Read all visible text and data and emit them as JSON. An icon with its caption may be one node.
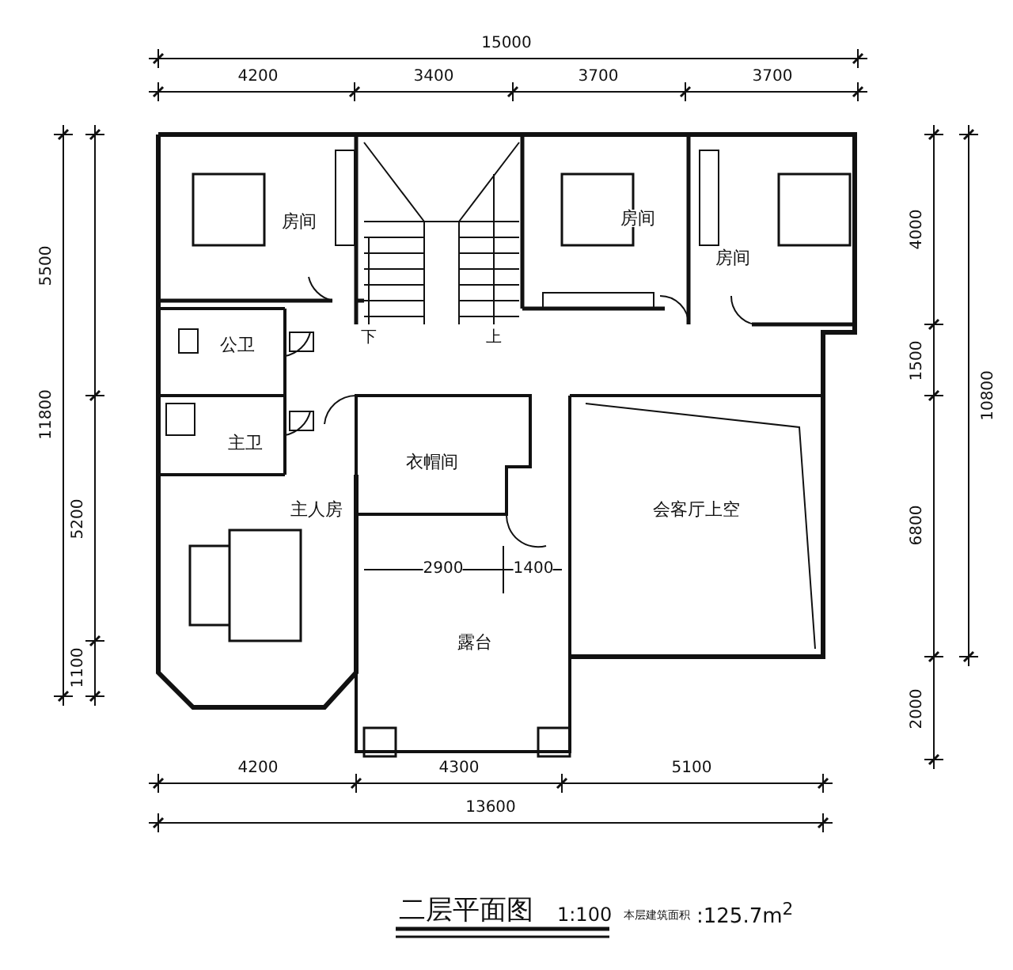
{
  "diagram": {
    "title": "二层平面图",
    "labels": [
      "15000",
      "4200",
      "3400",
      "3700",
      "3700",
      "5500",
      "11800",
      "5200",
      "1100",
      "4000",
      "10800",
      "1500",
      "6800",
      "2000",
      "房间",
      "房间",
      "房间",
      "公卫",
      "下",
      "上",
      "主卫",
      "衣帽间",
      "主人房",
      "会客厅上空",
      "2900",
      "1400",
      "露台",
      "4200",
      "4300",
      "5100",
      "13600",
      "1:100",
      "本层建筑面积",
      ":125.7m$^{2}$"
    ]
  }
}
